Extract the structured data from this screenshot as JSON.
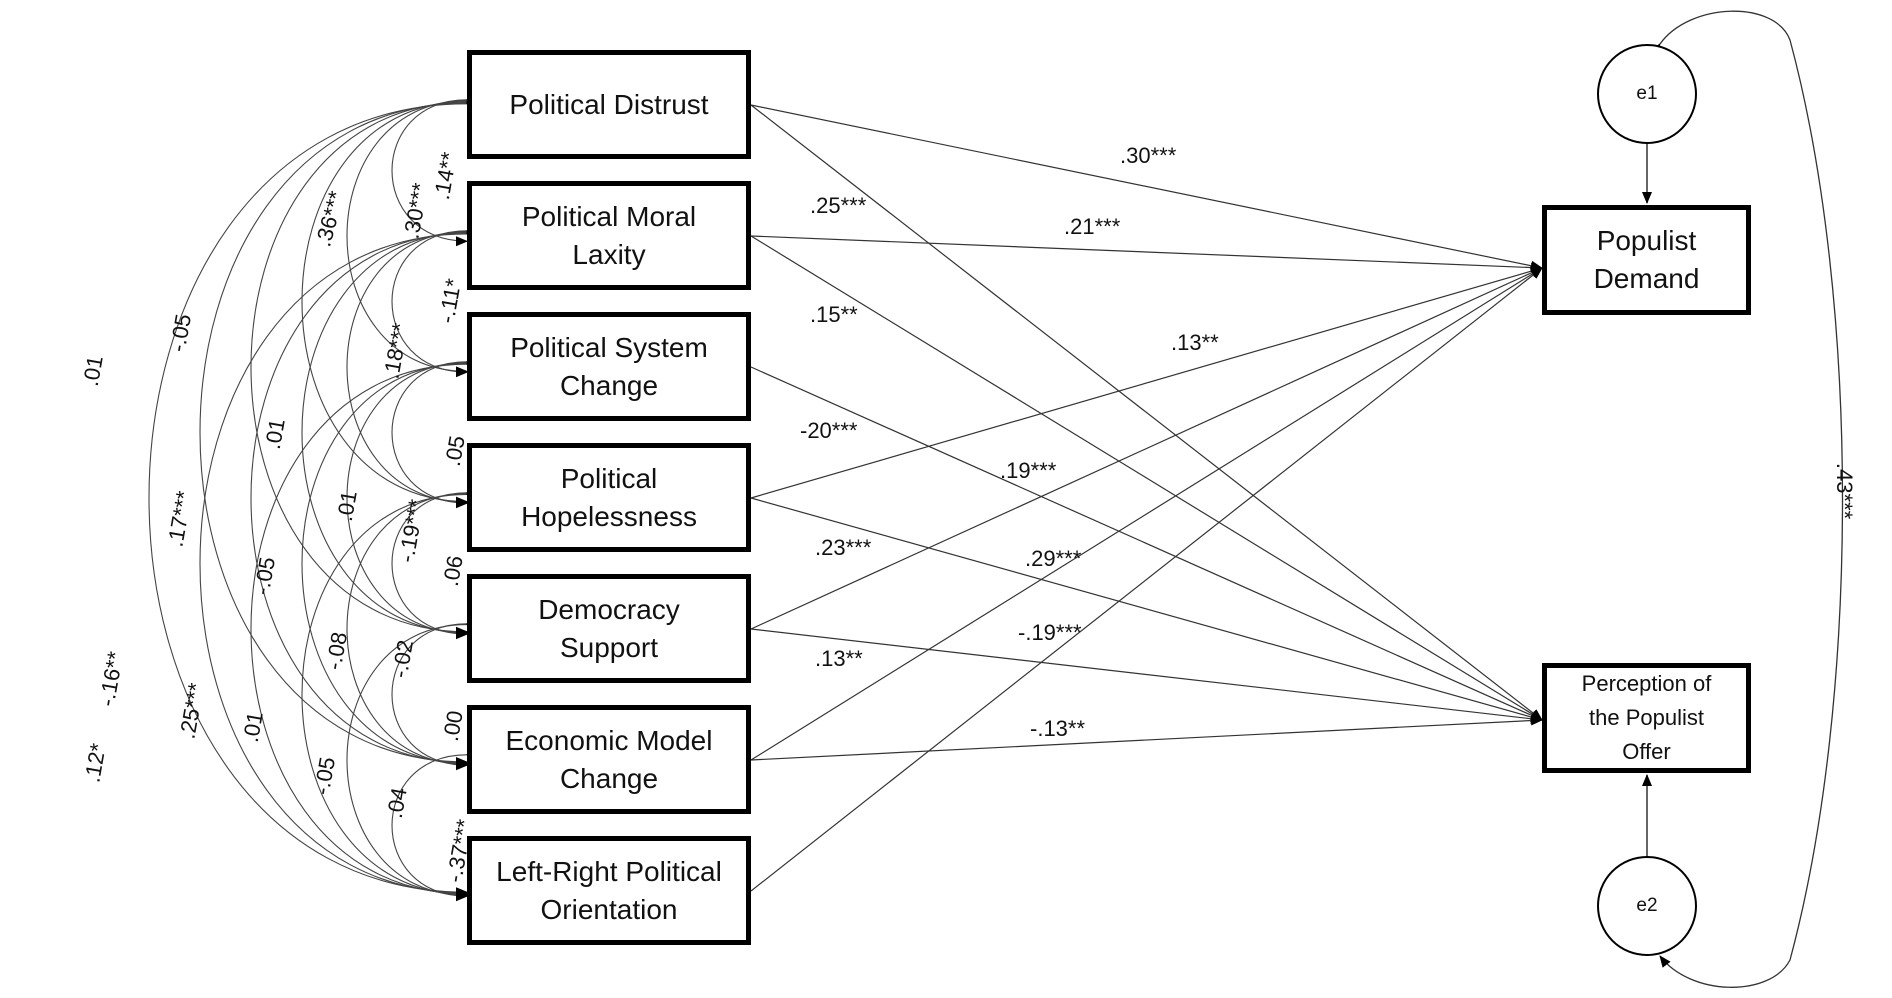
{
  "predictors": [
    {
      "line1": "Political Distrust",
      "line2": ""
    },
    {
      "line1": "Political Moral",
      "line2": "Laxity"
    },
    {
      "line1": "Political System",
      "line2": "Change"
    },
    {
      "line1": "Political",
      "line2": "Hopelessness"
    },
    {
      "line1": "Democracy",
      "line2": "Support"
    },
    {
      "line1": "Economic Model",
      "line2": "Change"
    },
    {
      "line1": "Left-Right Political",
      "line2": "Orientation"
    }
  ],
  "outcomes": {
    "demand": {
      "line1": "Populist",
      "line2": "Demand"
    },
    "offer": {
      "line1": "Perception of",
      "line2": "the Populist",
      "line3": "Offer"
    }
  },
  "errors": {
    "e1": "e1",
    "e2": "e2"
  },
  "path_coefficients": {
    "distrust_demand": ".30***",
    "distrust_offer": ".25***",
    "moral_demand": ".21***",
    "moral_offer": ".15**",
    "hopeless_demand": ".13**",
    "system_offer": "-20***",
    "democracy_demand": ".19***",
    "hopeless_offer": ".23***",
    "economic_demand": ".29***",
    "democracy_offer": "-.19***",
    "leftright_demand": ".13**",
    "economic_offer": "-.13**",
    "residual_covariance": ".43***"
  },
  "correlations": {
    "c12": ".14**",
    "c13": ".30***",
    "c14": ".36***",
    "c15": "-.05",
    "c16": ".01",
    "c17": ".12*",
    "c23": "-.11*",
    "c24": ".18***",
    "c25": ".01",
    "c26": ".17***",
    "c27": "-.16**",
    "c34": ".05",
    "c35": ".01",
    "c36": "-.05",
    "c37": ".25***",
    "c45": "-.19***",
    "c46": "-.08",
    "c47": ".01",
    "c56": ".06",
    "c57": "-.05",
    "c67": ".00",
    "c67b": "-.02",
    "c57b": ".04",
    "c67c": "-.37***"
  }
}
